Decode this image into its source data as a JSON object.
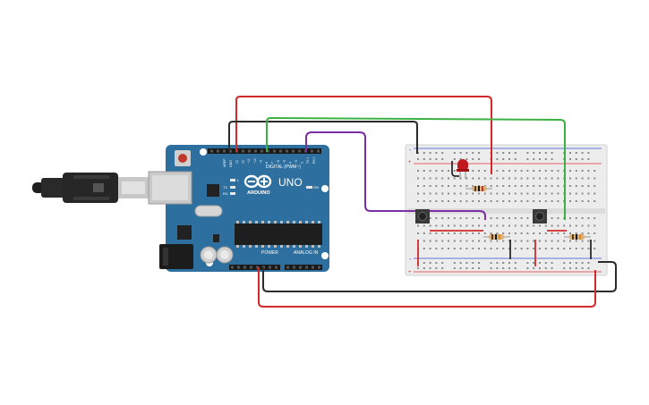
{
  "arduino": {
    "brand": "ARDUINO",
    "model": "UNO",
    "digital_label": "DIGITAL (PWM~)",
    "power_label": "POWER",
    "analog_label": "ANALOG IN",
    "on_label": "ON",
    "tx_label": "TX",
    "rx_label": "RX",
    "l_label": "L",
    "aref_label": "AREF",
    "gnd_label": "GND",
    "pin_labels": [
      "13",
      "12",
      "~11",
      "~10",
      "~9",
      "8",
      "7",
      "~6",
      "~5",
      "4",
      "~3",
      "2",
      "TX 1",
      "RX 0"
    ]
  },
  "colors": {
    "board": "#2d6f9e",
    "wire_red": "#d22a2a",
    "wire_black": "#2b2b2b",
    "wire_green": "#3cb043",
    "wire_purple": "#7b2fa0",
    "led": "#c0181c",
    "breadboard": "#ececec",
    "rail_red": "#e03030",
    "rail_blue": "#3050d0"
  },
  "breadboard": {
    "rail_plus": "+",
    "rail_minus": "-"
  },
  "icons": [
    "usb-cable-icon",
    "led-icon",
    "resistor-icon",
    "pushbutton-icon",
    "arduino-logo-icon"
  ]
}
